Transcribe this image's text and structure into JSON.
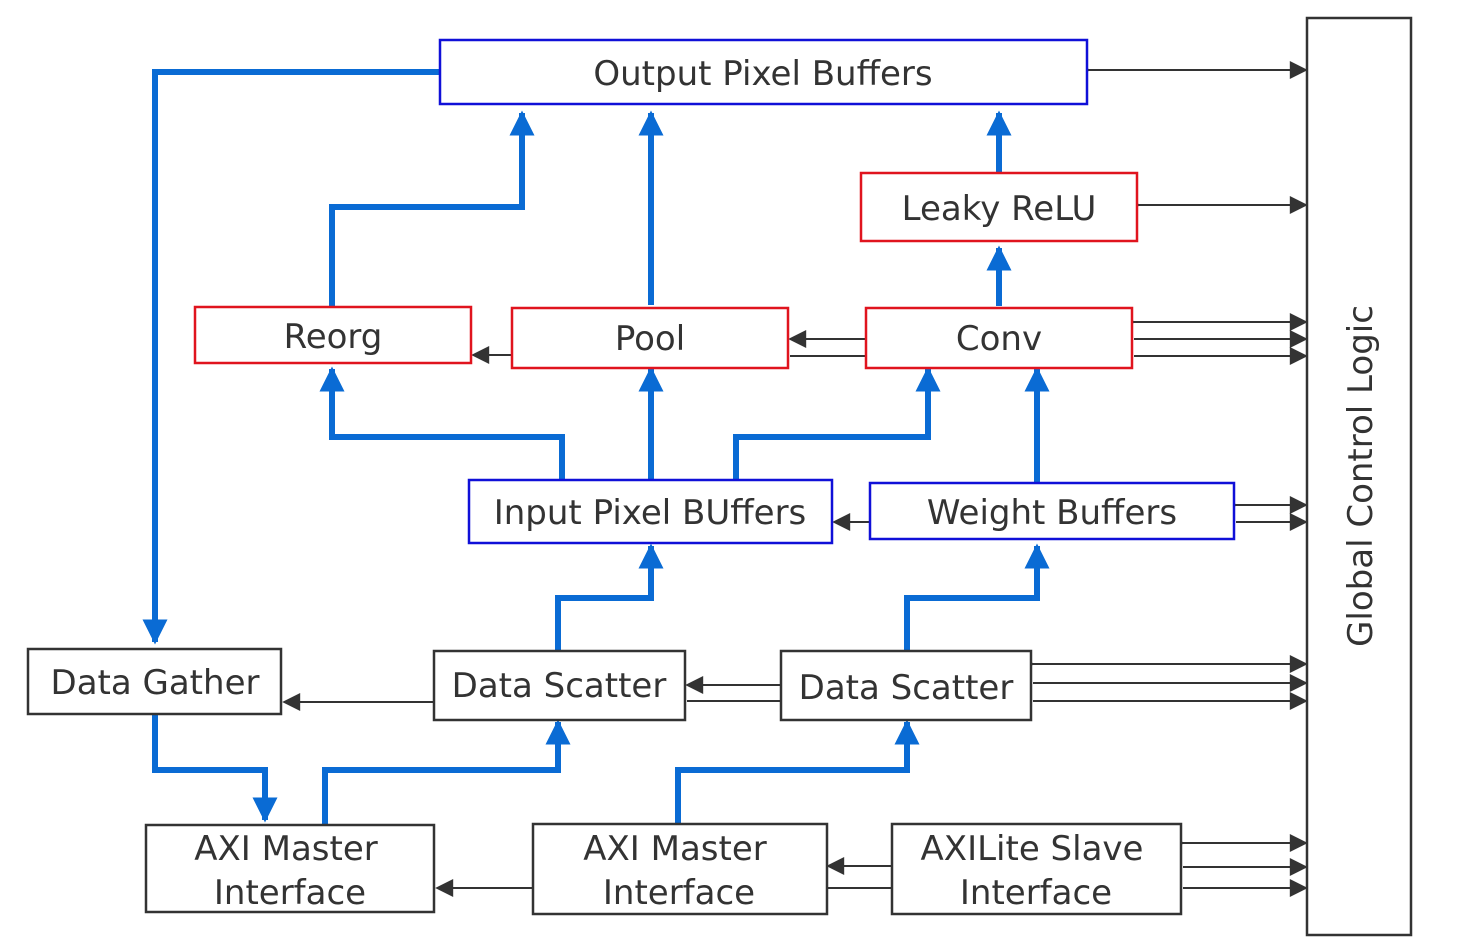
{
  "blocks": {
    "output_pixel_buffers": "Output Pixel Buffers",
    "leaky_relu": "Leaky ReLU",
    "reorg": "Reorg",
    "pool": "Pool",
    "conv": "Conv",
    "input_pixel_buffers": "Input Pixel BUffers",
    "weight_buffers": "Weight Buffers",
    "data_gather": "Data Gather",
    "data_scatter_1": "Data Scatter",
    "data_scatter_2": "Data Scatter",
    "axi_master_1": [
      "AXI Master",
      "Interface"
    ],
    "axi_master_2": [
      "AXI Master",
      "Interface"
    ],
    "axilite_slave": [
      "AXILite Slave",
      "Interface"
    ],
    "global_control_logic": "Global Control Logic"
  },
  "colors": {
    "compute_block_border": "#e0141e",
    "buffer_block_border": "#1010d8",
    "plain_block_border": "#333333",
    "data_path": "#0a6bd4",
    "control_path": "#333333"
  }
}
